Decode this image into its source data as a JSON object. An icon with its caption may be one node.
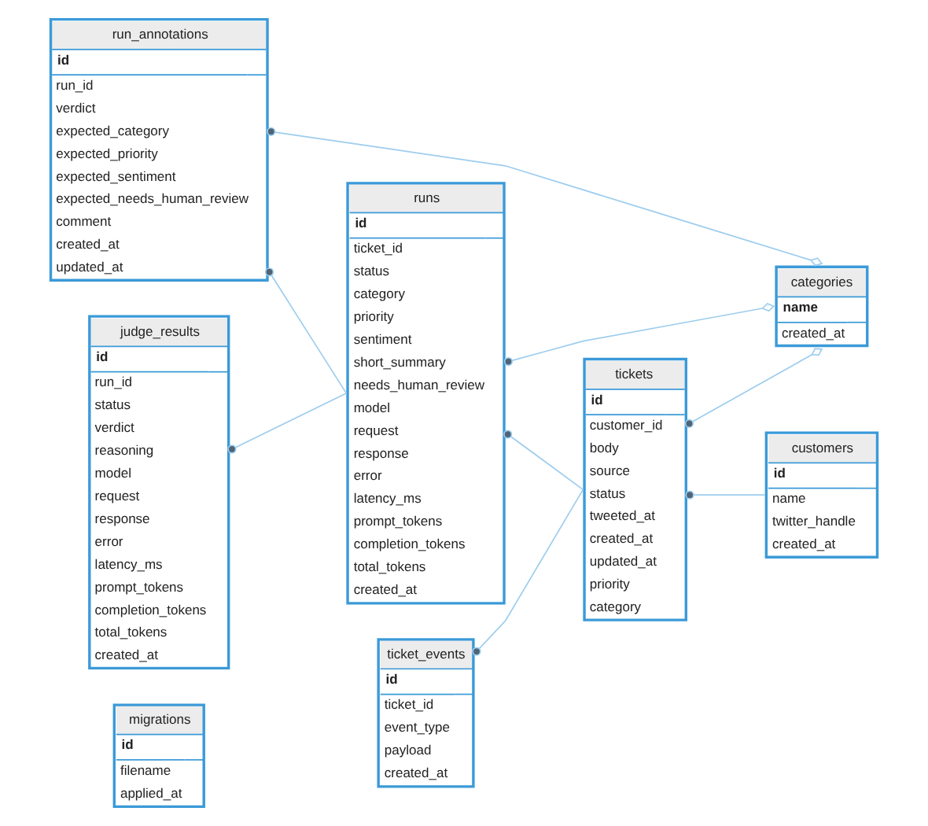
{
  "diagram": {
    "nodes": [
      {
        "text": [
          "run_annotations",
          "id",
          "run_id",
          "verdict",
          "expected_category",
          "expected_priority",
          "expected_sentiment",
          "expected_needs_human_review",
          "comment",
          "created_at",
          "updated_at"
        ]
      },
      {
        "text": [
          "runs",
          "id",
          "ticket_id",
          "status",
          "category",
          "priority",
          "sentiment",
          "short_summary",
          "needs_human_review",
          "model",
          "request",
          "response",
          "error",
          "latency_ms",
          "prompt_tokens",
          "completion_tokens",
          "total_tokens",
          "created_at"
        ]
      },
      {
        "text": [
          "categories",
          "name",
          "created_at"
        ]
      },
      {
        "text": [
          "judge_results",
          "id",
          "run_id",
          "status",
          "verdict",
          "reasoning",
          "model",
          "request",
          "response",
          "error",
          "latency_ms",
          "prompt_tokens",
          "completion_tokens",
          "total_tokens",
          "created_at"
        ]
      },
      {
        "text": [
          "tickets",
          "id",
          "customer_id",
          "body",
          "source",
          "status",
          "tweeted_at",
          "created_at",
          "updated_at",
          "priority",
          "category"
        ]
      },
      {
        "text": [
          "customers",
          "id",
          "name",
          "twitter_handle",
          "created_at"
        ]
      },
      {
        "text": [
          "ticket_events",
          "id",
          "ticket_id",
          "event_type",
          "payload",
          "created_at"
        ]
      },
      {
        "text": [
          "migrations",
          "id",
          "filename",
          "applied_at"
        ]
      }
    ],
    "edges": [
      {
        "from": 0,
        "to": 2,
        "arrow": "other"
      },
      {
        "from": 0,
        "to": 1,
        "arrow": "other"
      },
      {
        "from": 1,
        "to": 2,
        "arrow": "other"
      },
      {
        "from": 1,
        "to": 4,
        "arrow": "other"
      },
      {
        "from": 3,
        "to": 1,
        "arrow": "other"
      },
      {
        "from": 4,
        "to": 2,
        "arrow": "other"
      },
      {
        "from": 4,
        "to": 5,
        "arrow": "other"
      },
      {
        "from": 6,
        "to": 4,
        "arrow": "other"
      }
    ]
  }
}
